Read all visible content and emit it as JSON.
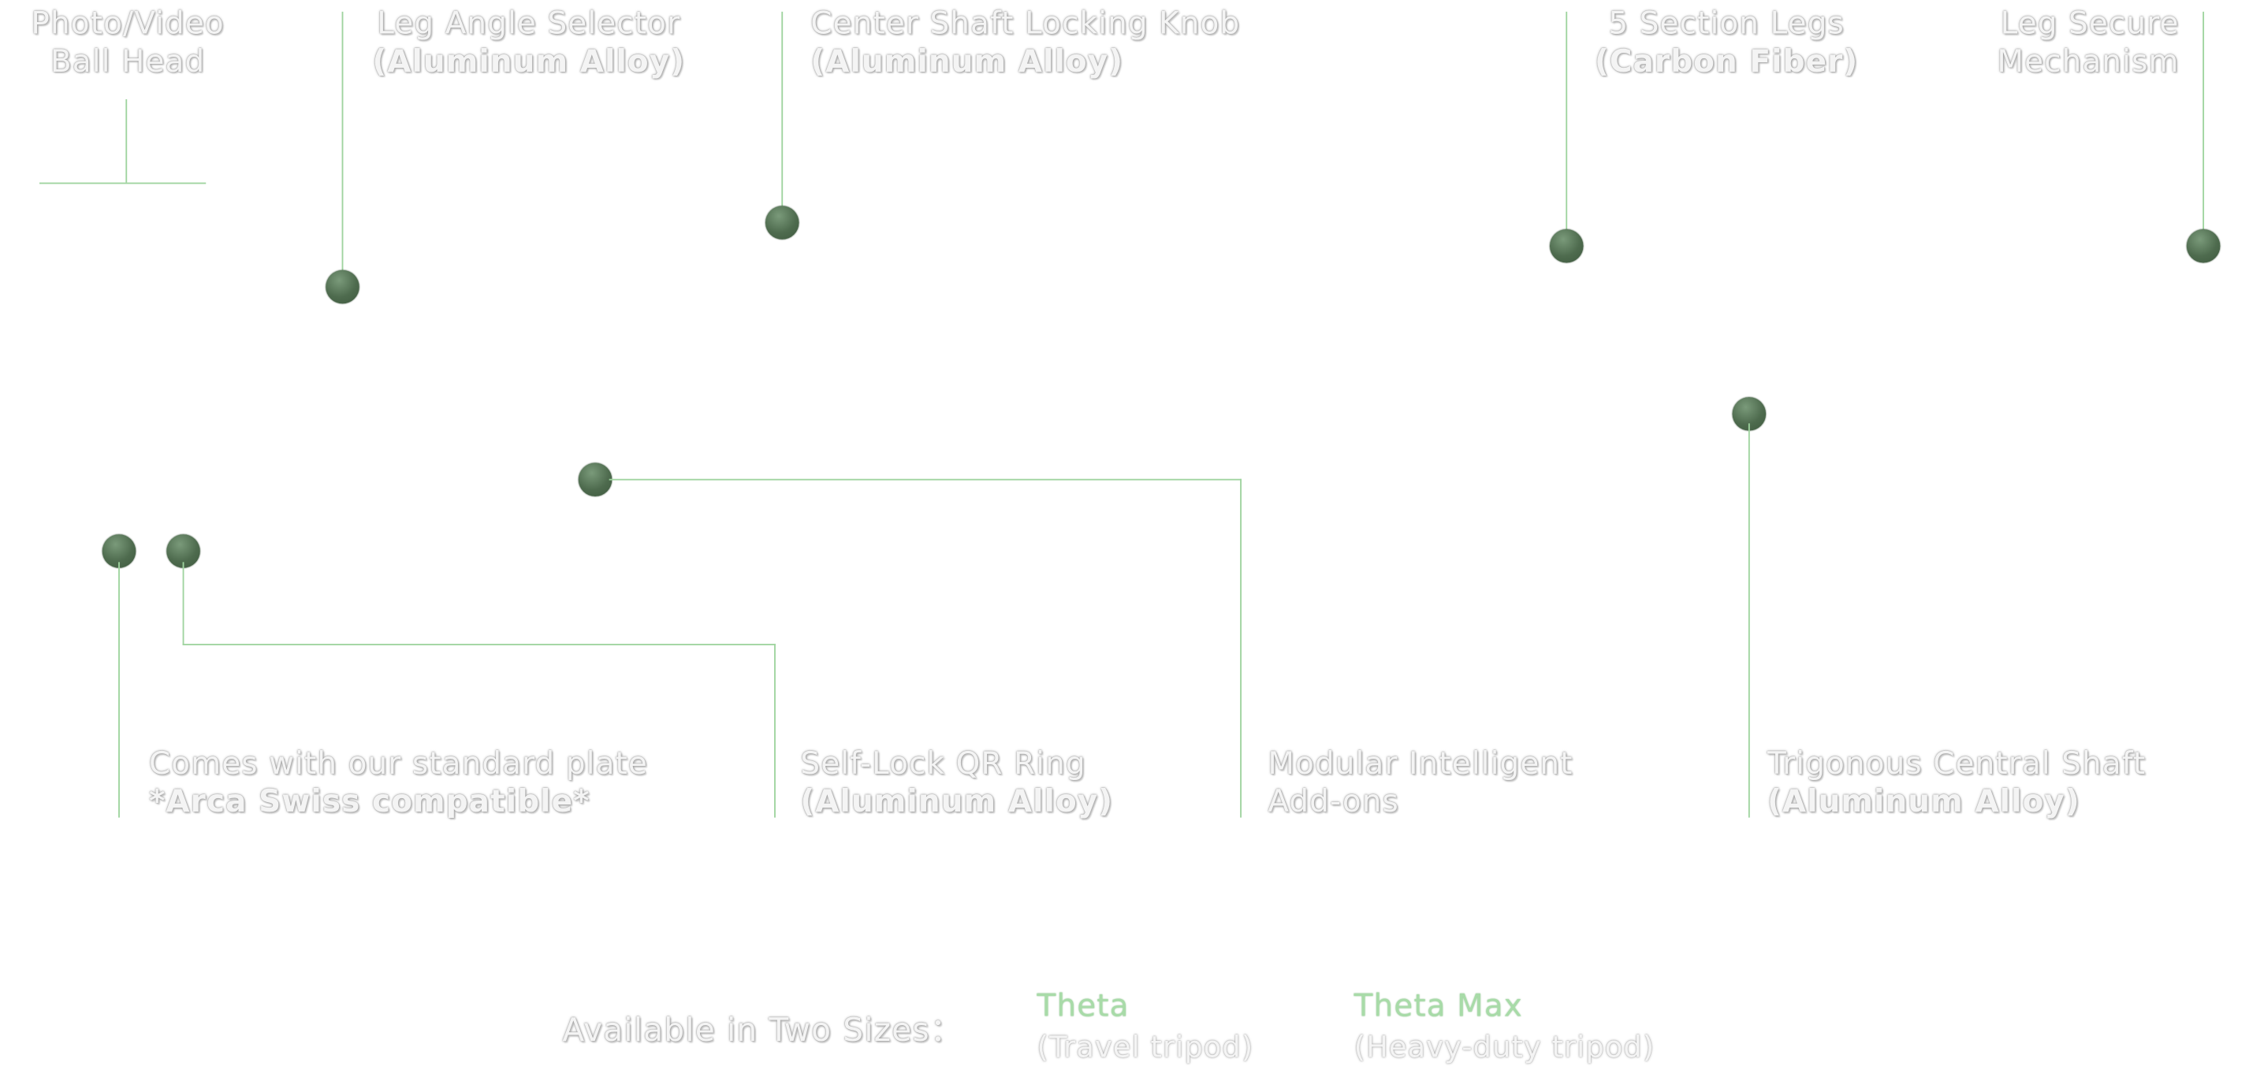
{
  "callouts": {
    "ball_head": {
      "line1": "Photo/Video",
      "line2": "Ball Head"
    },
    "leg_angle": {
      "line1": "Leg Angle Selector",
      "line2": "(Aluminum Alloy)"
    },
    "center_shaft_knob": {
      "line1": "Center Shaft Locking Knob",
      "line2": "(Aluminum Alloy)"
    },
    "section_legs": {
      "line1": "5 Section Legs",
      "line2": "(Carbon Fiber)"
    },
    "leg_secure": {
      "line1": "Leg Secure",
      "line2": "Mechanism"
    },
    "plate": {
      "line1": "Comes with our standard plate",
      "line2": "*Arca Swiss compatible*"
    },
    "qr_ring": {
      "line1": "Self-Lock QR Ring",
      "line2": "(Aluminum Alloy)"
    },
    "addons": {
      "line1": "Modular Intelligent",
      "line2": "Add-ons"
    },
    "central_shaft": {
      "line1": "Trigonous Central Shaft",
      "line2": "(Aluminum Alloy)"
    }
  },
  "sizes": {
    "label": "Available in Two Sizes：",
    "items": [
      {
        "name": "Theta",
        "desc": "(Travel tripod)"
      },
      {
        "name": "Theta Max",
        "desc": "(Heavy-duty tripod)"
      }
    ]
  },
  "colors": {
    "accent": "#a8dba8",
    "marker": "#4e6b4e",
    "leader_line": "#9fd49f"
  }
}
